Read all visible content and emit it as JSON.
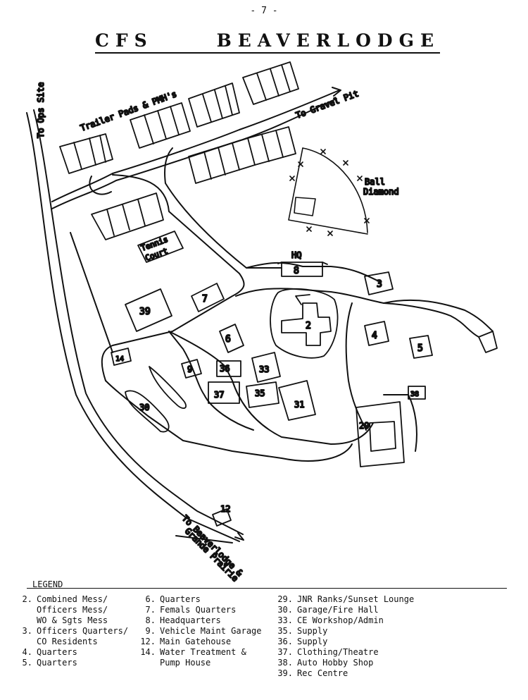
{
  "page_number": "- 7 -",
  "title": {
    "left": "CFS",
    "right": "BEAVERLODGE"
  },
  "map_labels": {
    "to_ops_site": "To Ops Site",
    "trailer_pads": "Trailer Pads & PMH's",
    "to_gravel_pit": "To Gravel Pit",
    "ball": "Ball",
    "diamond": "Diamond",
    "tennis_line1": "Tennis",
    "tennis_line2": "Court",
    "hq": "HQ",
    "to_beaverlodge_line1": "To Beaverlodge &",
    "to_beaverlodge_line2": "Grande Prairie"
  },
  "building_numbers": {
    "b2": "2",
    "b3": "3",
    "b4": "4",
    "b5": "5",
    "b6": "6",
    "b7": "7",
    "b8": "8",
    "b9": "9",
    "b12": "12",
    "b14": "14",
    "b29": "29",
    "b30": "30",
    "b31": "31",
    "b33": "33",
    "b35": "35",
    "b36": "36",
    "b37": "37",
    "b38": "38",
    "b39": "39"
  },
  "legend": {
    "heading": "LEGEND",
    "col1": [
      {
        "num": "2.",
        "text": "Combined Mess/"
      },
      {
        "num": "",
        "text": "Officers Mess/"
      },
      {
        "num": "",
        "text": "WO & Sgts Mess"
      },
      {
        "num": "3.",
        "text": "Officers Quarters/"
      },
      {
        "num": "",
        "text": "CO Residents"
      },
      {
        "num": "4.",
        "text": "Quarters"
      },
      {
        "num": "5.",
        "text": "Quarters"
      }
    ],
    "col2": [
      {
        "num": "6.",
        "text": "Quarters"
      },
      {
        "num": "7.",
        "text": "Femals Quarters"
      },
      {
        "num": "8.",
        "text": "Headquarters"
      },
      {
        "num": "9.",
        "text": "Vehicle Maint Garage"
      },
      {
        "num": "12.",
        "text": "Main Gatehouse"
      },
      {
        "num": "14.",
        "text": "Water Treatment &"
      },
      {
        "num": "",
        "text": "Pump House"
      }
    ],
    "col3": [
      {
        "num": "29.",
        "text": "JNR Ranks/Sunset Lounge"
      },
      {
        "num": "30.",
        "text": "Garage/Fire Hall"
      },
      {
        "num": "33.",
        "text": "CE Workshop/Admin"
      },
      {
        "num": "35.",
        "text": "Supply"
      },
      {
        "num": "36.",
        "text": "Supply"
      },
      {
        "num": "37.",
        "text": "Clothing/Theatre"
      },
      {
        "num": "38.",
        "text": "Auto Hobby Shop"
      },
      {
        "num": "39.",
        "text": "Rec Centre"
      }
    ]
  }
}
